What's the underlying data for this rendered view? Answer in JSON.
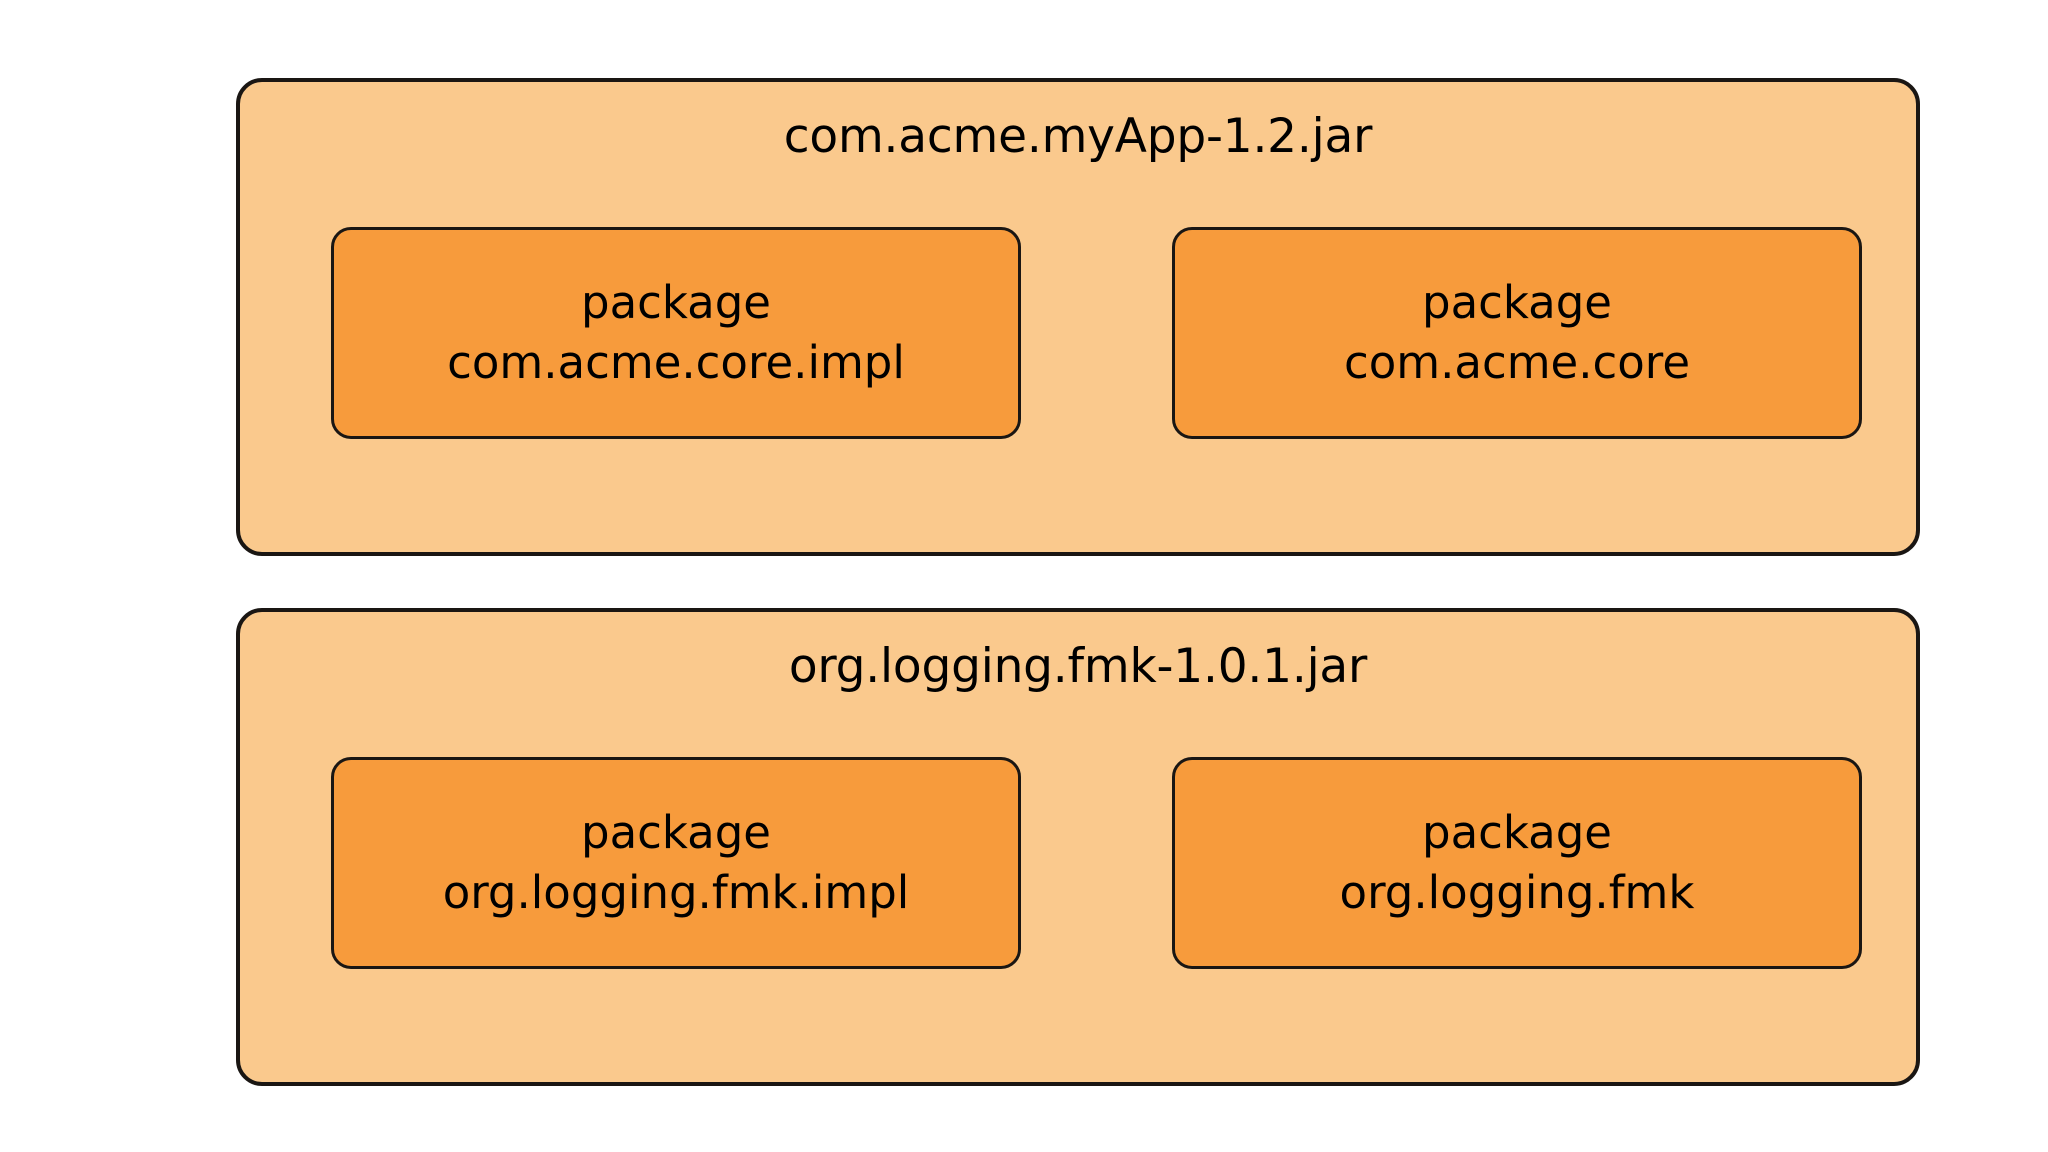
{
  "diagram": {
    "type": "nested-container-diagram",
    "background_color": "#ffffff",
    "jar_fill_color": "#fac98d",
    "package_fill_color": "#f79b3c",
    "border_color": "#1a1613",
    "text_color": "#000000",
    "jars": [
      {
        "title": "com.acme.myApp-1.2.jar",
        "packages": [
          {
            "keyword": "package",
            "name": "com.acme.core.impl"
          },
          {
            "keyword": "package",
            "name": "com.acme.core"
          }
        ]
      },
      {
        "title": "org.logging.fmk-1.0.1.jar",
        "packages": [
          {
            "keyword": "package",
            "name": "org.logging.fmk.impl"
          },
          {
            "keyword": "package",
            "name": "org.logging.fmk"
          }
        ]
      }
    ]
  }
}
